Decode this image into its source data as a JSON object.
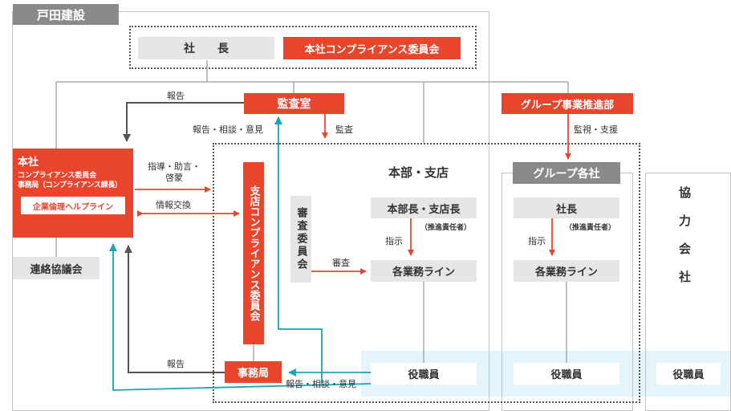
{
  "company": "戸田建設",
  "president": "社　　長",
  "hq_compliance_committee": "本社コンプライアンス委員会",
  "audit_office": "監査室",
  "group_promotion_dept": "グループ事業推進部",
  "honsha": {
    "title": "本社",
    "line1": "コンプライアンス委員会",
    "line2": "事務局（コンプライアンス課長）",
    "helpline": "企業倫理ヘルプライン"
  },
  "liaison_council": "連絡協議会",
  "branch": {
    "title": "本部・支店",
    "committee": "支店コンプライアンス委員会",
    "review_committee": "審査委員会",
    "head": "本部長・支店長",
    "head_note": "（推進責任者）",
    "business_line": "各業務ライン",
    "secretariat": "事務局",
    "staff": "役職員"
  },
  "group": {
    "title": "グループ各社",
    "president": "社長",
    "president_note": "（推進責任者）",
    "business_line": "各業務ライン",
    "staff": "役職員"
  },
  "partners": {
    "title": "協力会社",
    "staff": "役職員"
  },
  "labels": {
    "report_top": "報告",
    "report_consult_top": "報告・相談・意見",
    "audit": "監査",
    "monitor_support": "監視・支援",
    "guidance": "指導・助言・\n啓蒙",
    "info_exchange": "情報交換",
    "instruct_branch": "指示",
    "instruct_group": "指示",
    "review": "審査",
    "report_bottom": "報告",
    "report_consult_bottom": "報告・相談・意見"
  },
  "colors": {
    "accent": "#e8452c",
    "cyan": "#1aa3b5",
    "line": "#aaaaaa",
    "arrow_dark": "#555555"
  }
}
